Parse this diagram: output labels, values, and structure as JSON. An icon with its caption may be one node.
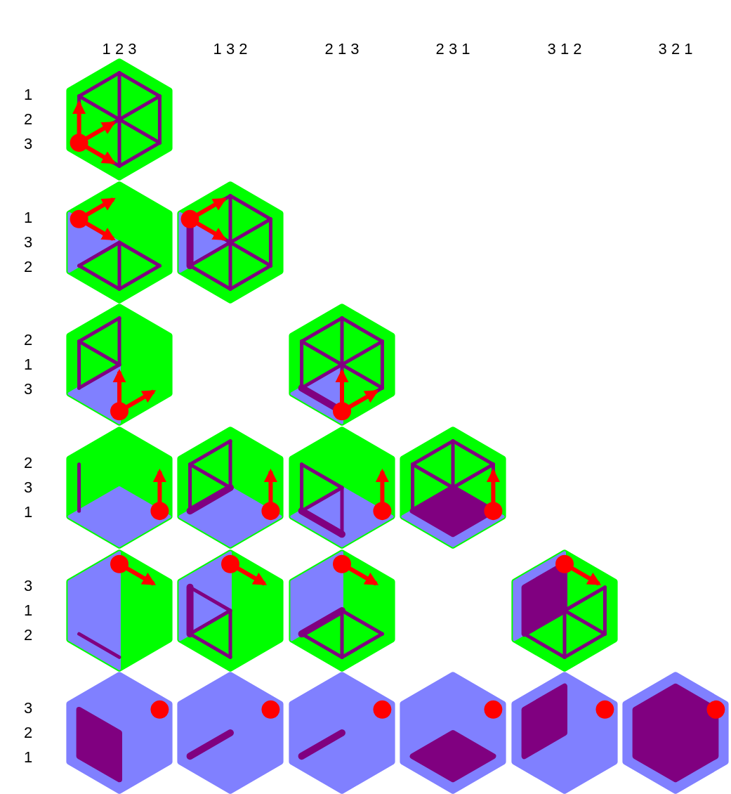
{
  "diagram": {
    "labels": [
      "1 2 3",
      "1 3 2",
      "2 1 3",
      "2 3 1",
      "3 1 2",
      "3 2 1",
      "1",
      "2",
      "3",
      "1",
      "3",
      "2",
      "2",
      "1",
      "3",
      "2",
      "3",
      "1",
      "3",
      "1",
      "2",
      "3",
      "2",
      "1"
    ]
  }
}
